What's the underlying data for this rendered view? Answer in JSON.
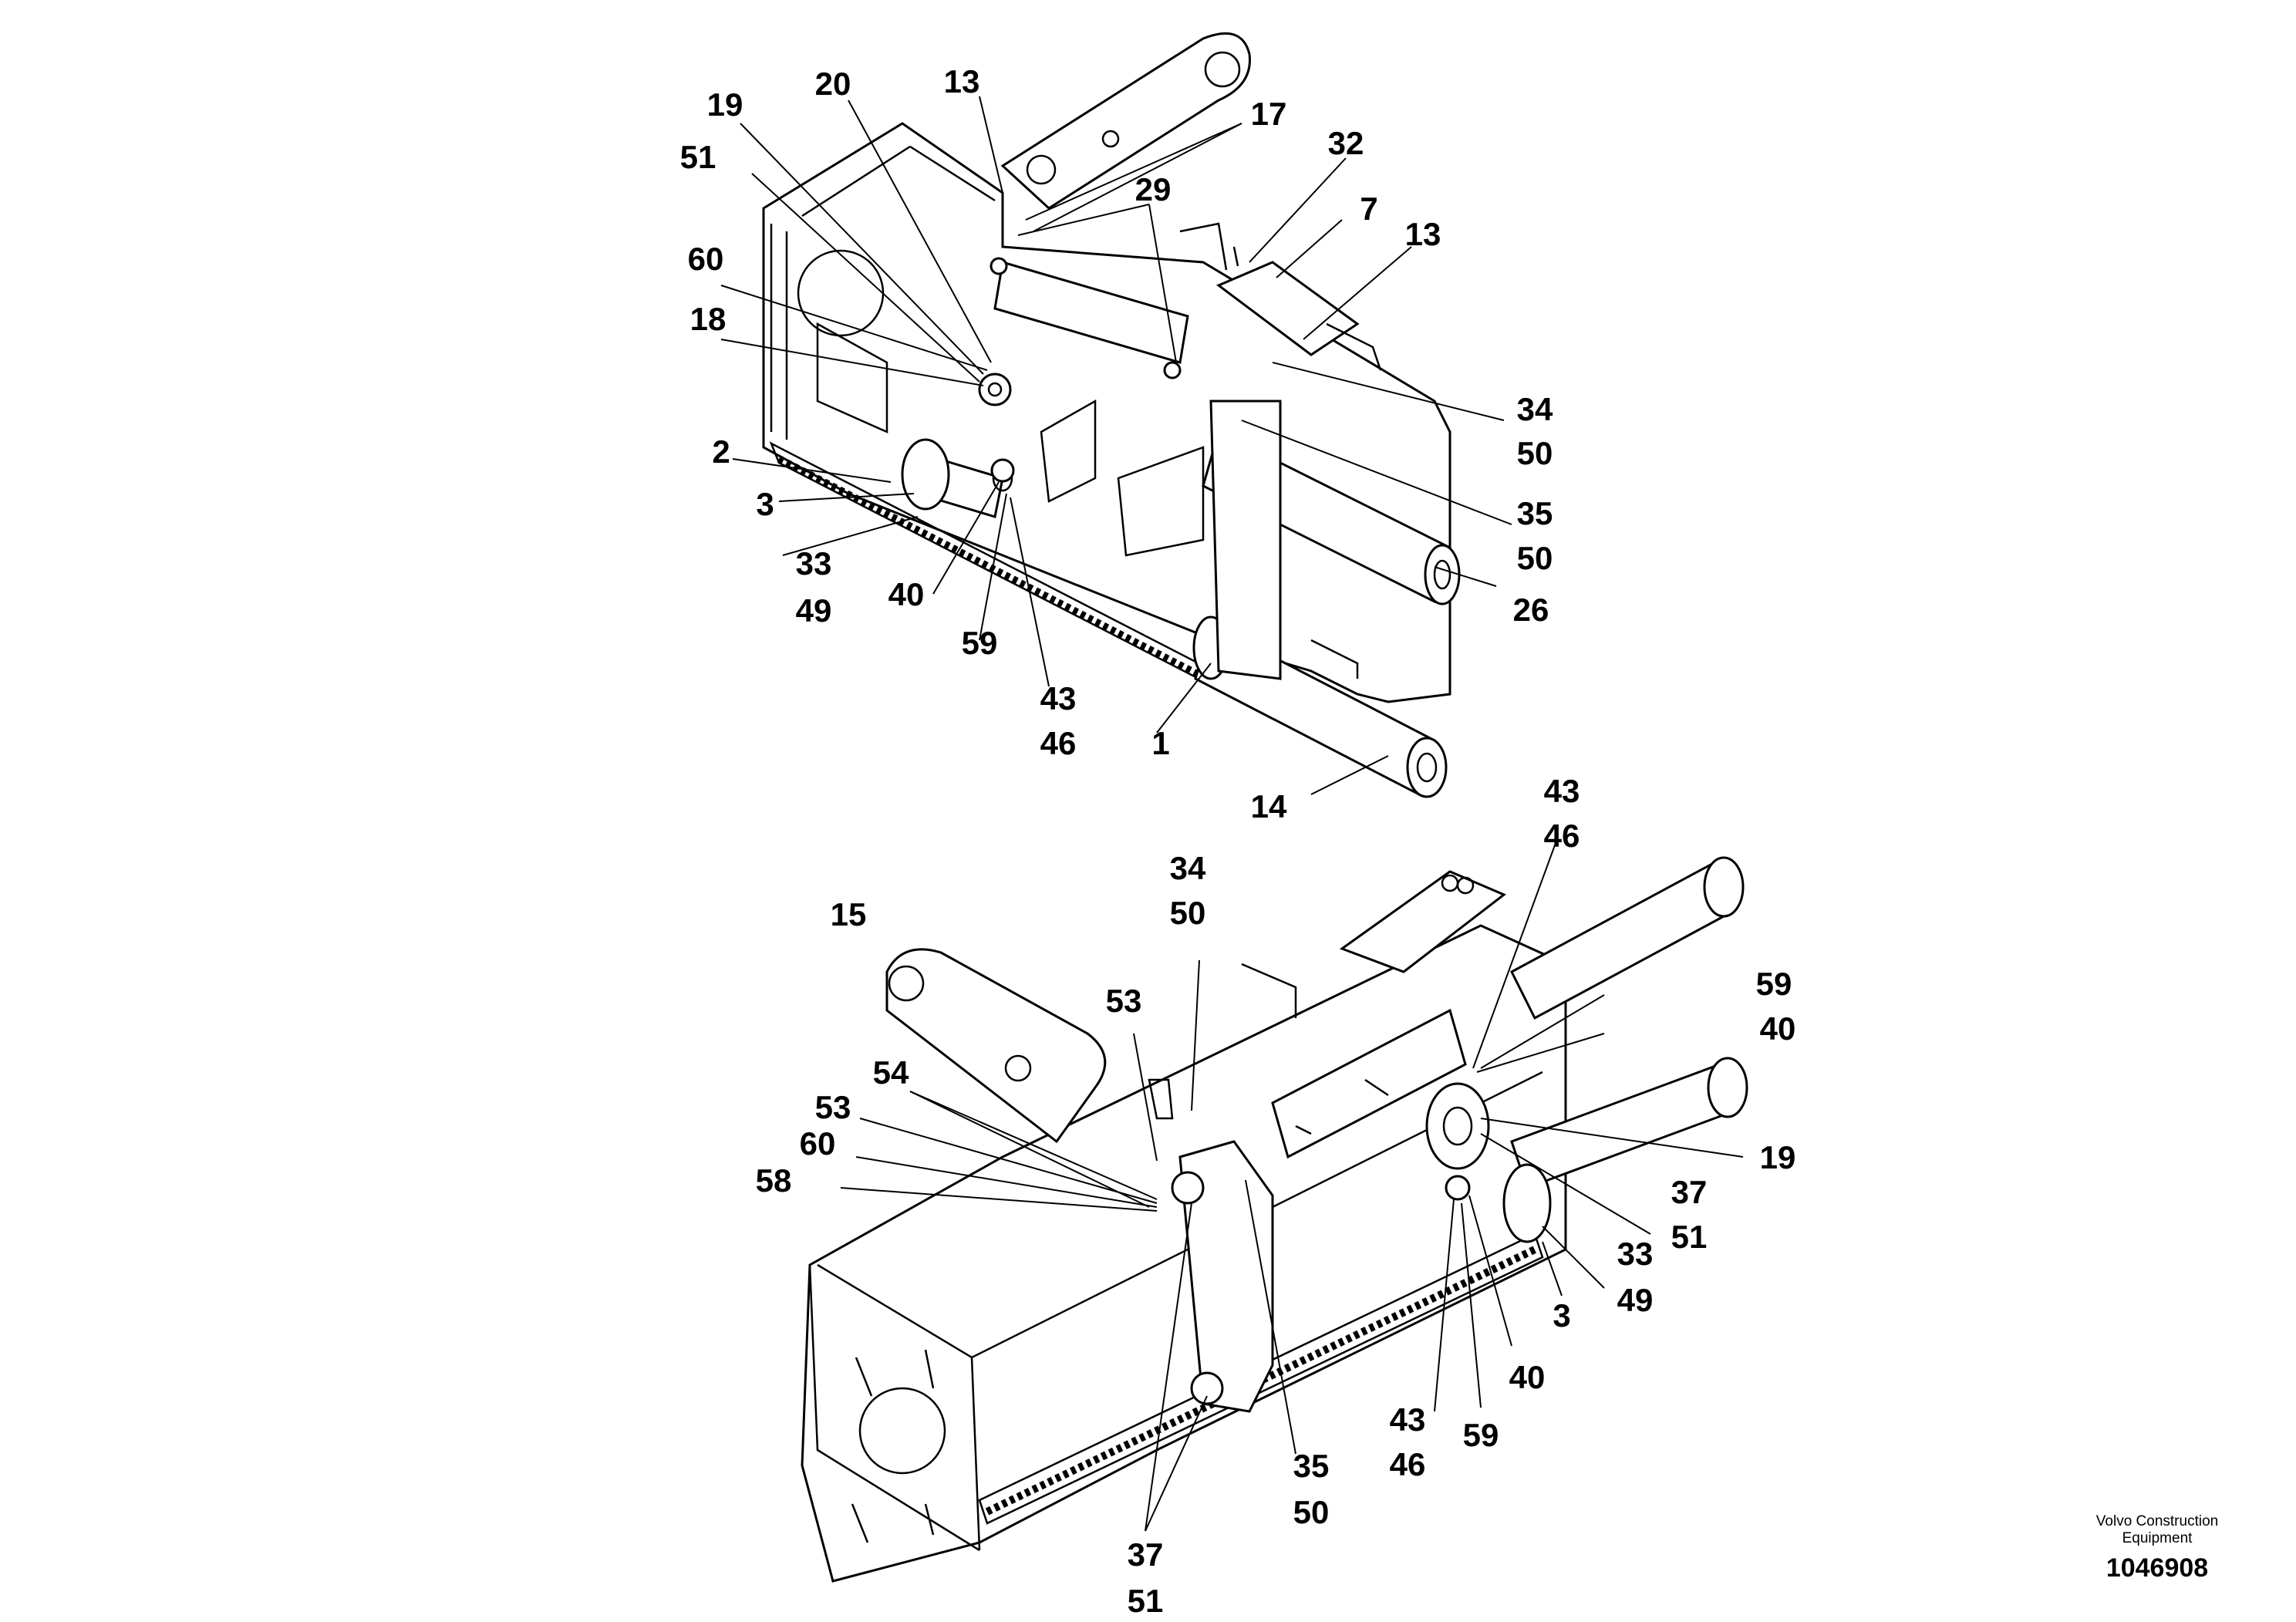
{
  "upper_view": {
    "callouts": [
      "13",
      "17",
      "20",
      "19",
      "51",
      "60",
      "18",
      "2",
      "3",
      "33",
      "49",
      "40",
      "59",
      "43",
      "46",
      "1",
      "14",
      "29",
      "32",
      "7",
      "13",
      "34",
      "50",
      "35",
      "50",
      "26"
    ]
  },
  "lower_view": {
    "callouts": [
      "43",
      "46",
      "34",
      "50",
      "15",
      "53",
      "54",
      "53",
      "60",
      "58",
      "59",
      "40",
      "19",
      "37",
      "51",
      "33",
      "49",
      "3",
      "40",
      "59",
      "43",
      "46",
      "35",
      "50",
      "37",
      "51"
    ]
  },
  "footer": {
    "brand": "Volvo Construction Equipment",
    "document_number": "1046908"
  }
}
